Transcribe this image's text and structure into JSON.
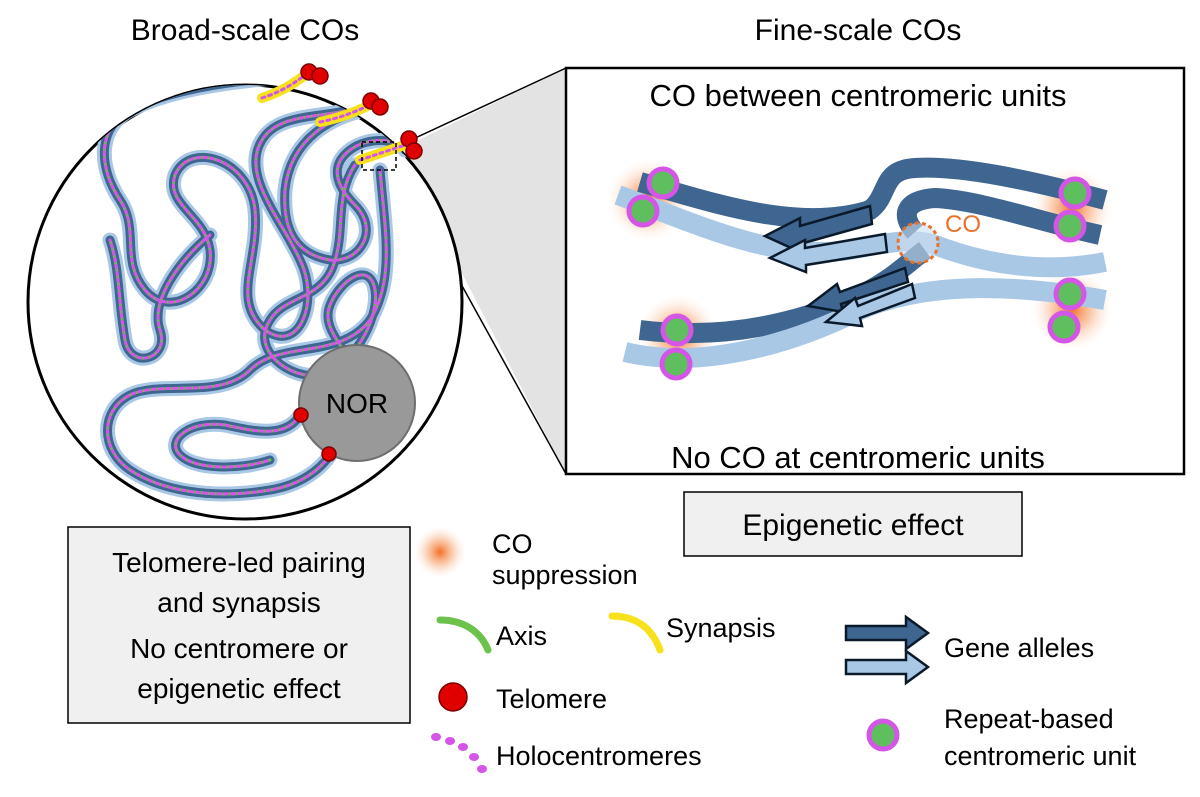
{
  "headings": {
    "broad": "Broad-scale COs",
    "fine": "Fine-scale COs"
  },
  "nucleus": {
    "nor_label": "NOR"
  },
  "zoom_panel": {
    "top_label": "CO between centromeric units",
    "bottom_label": "No CO at centromeric units",
    "co_marker": "CO"
  },
  "broad_box": {
    "line1": "Telomere-led pairing",
    "line2": "and synapsis",
    "line3": "No centromere or",
    "line4": "epigenetic effect"
  },
  "epigenetic_box": {
    "label": "Epigenetic effect"
  },
  "legend": {
    "co_suppression_1": "CO",
    "co_suppression_2": "suppression",
    "axis": "Axis",
    "synapsis": "Synapsis",
    "telomere": "Telomere",
    "holocentromeres": "Holocentromeres",
    "gene_alleles": "Gene alleles",
    "centromeric_unit_1": "Repeat-based",
    "centromeric_unit_2": "centromeric unit"
  },
  "colors": {
    "dark_strand": "#3e6690",
    "light_strand": "#a9c8e6",
    "axis_green": "#6cc24a",
    "holocentromere": "#d455e6",
    "synapsis": "#f7e11a",
    "telomere": "#e00000",
    "co_orange": "#e8722a",
    "nor_gray": "#999999",
    "box_fill": "#f0f0f0"
  }
}
